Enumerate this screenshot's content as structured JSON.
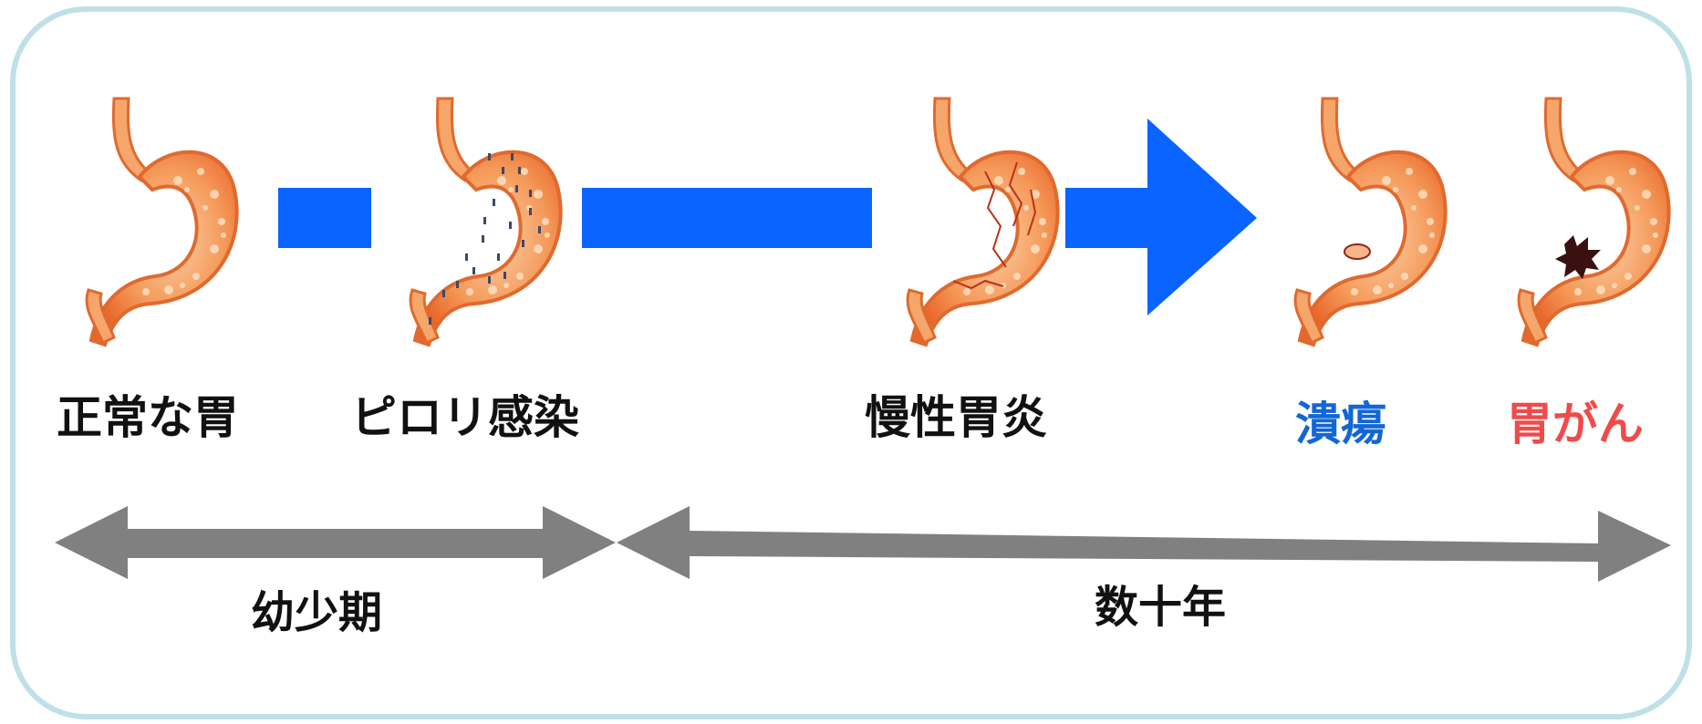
{
  "stages": [
    {
      "id": "normal",
      "label": "正常な胃",
      "color": "#111111",
      "icon": "normal-stomach-icon"
    },
    {
      "id": "pylori",
      "label": "ピロリ感染",
      "color": "#111111",
      "icon": "pylori-stomach-icon"
    },
    {
      "id": "gastritis",
      "label": "慢性胃炎",
      "color": "#111111",
      "icon": "gastritis-stomach-icon"
    },
    {
      "id": "ulcer",
      "label": "潰瘍",
      "color": "#1266d6",
      "icon": "ulcer-stomach-icon"
    },
    {
      "id": "cancer",
      "label": "胃がん",
      "color": "#f04b4b",
      "icon": "cancer-stomach-icon"
    }
  ],
  "periods": [
    {
      "label": "幼少期"
    },
    {
      "label": "数十年"
    }
  ],
  "colors": {
    "frame": "#bfe0e6",
    "progress_arrow": "#0a64ff",
    "period_arrow": "#808080",
    "stomach_fill": "#f39a5c",
    "stomach_outline": "#e06a2e"
  }
}
